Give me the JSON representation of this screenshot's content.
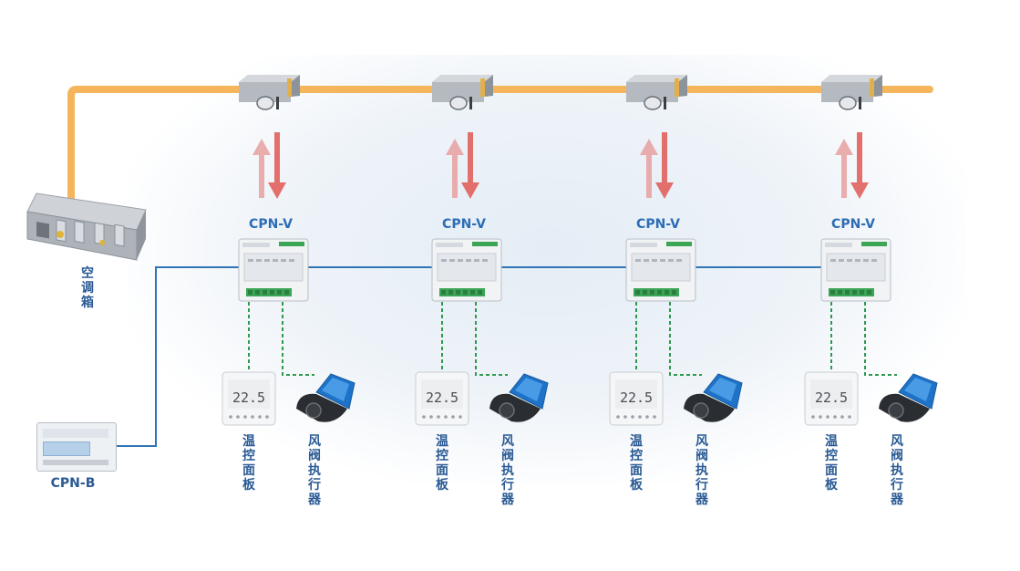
{
  "ahu": {
    "label": "空调箱"
  },
  "master": {
    "label": "CPN-B"
  },
  "zones": [
    {
      "controller_label": "CPN-V",
      "thermostat_label": "温控面板",
      "actuator_label": "风阀执行器",
      "display": "22.5"
    },
    {
      "controller_label": "CPN-V",
      "thermostat_label": "温控面板",
      "actuator_label": "风阀执行器",
      "display": "22.5"
    },
    {
      "controller_label": "CPN-V",
      "thermostat_label": "温控面板",
      "actuator_label": "风阀执行器",
      "display": "22.5"
    },
    {
      "controller_label": "CPN-V",
      "thermostat_label": "温控面板",
      "actuator_label": "风阀执行器",
      "display": "22.5"
    }
  ],
  "colors": {
    "duct": "#f5b55a",
    "bus": "#2f74b5",
    "wiring": "#2e9a4e",
    "arrow_up": "#e8a0a0",
    "arrow_down": "#e0605c",
    "label": "#2a5a94",
    "controller_label": "#2c6db5"
  }
}
